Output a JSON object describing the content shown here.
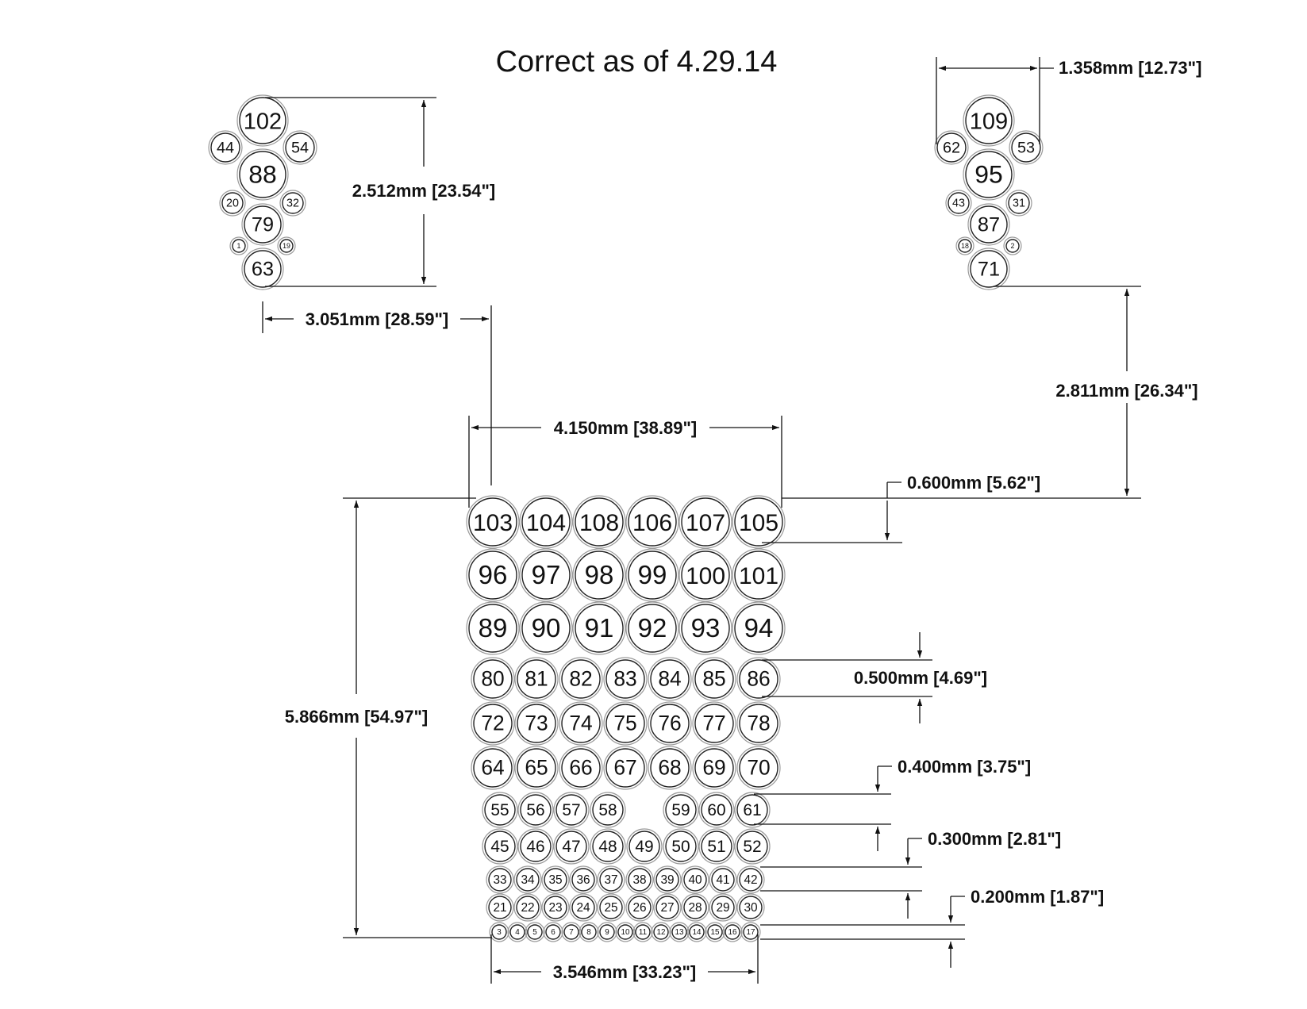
{
  "title": "Correct as of 4.29.14",
  "dimensions": {
    "left_cluster_height": "2.512mm [23.54\"]",
    "left_cluster_offset": "3.051mm [28.59\"]",
    "right_cluster_width": "1.358mm [12.73\"]",
    "right_cluster_offset": "2.811mm [26.34\"]",
    "grid_top_width": "4.150mm [38.89\"]",
    "grid_height": "5.866mm [54.97\"]",
    "grid_bottom_width": "3.546mm [33.23\"]",
    "hole_0600": "0.600mm [5.62\"]",
    "hole_0500": "0.500mm [4.69\"]",
    "hole_0400": "0.400mm [3.75\"]",
    "hole_0300": "0.300mm [2.81\"]",
    "hole_0200": "0.200mm [1.87\"]"
  },
  "left_cluster": {
    "top": "102",
    "upper_left": "44",
    "upper_right": "54",
    "middle": "88",
    "mid_left": "20",
    "mid_right": "32",
    "lower": "79",
    "low_left": "1",
    "low_right": "19",
    "bottom": "63"
  },
  "right_cluster": {
    "top": "109",
    "upper_left": "62",
    "upper_right": "53",
    "middle": "95",
    "mid_left": "43",
    "mid_right": "31",
    "lower": "87",
    "low_left": "18",
    "low_right": "2",
    "bottom": "71"
  },
  "grid_rows": [
    [
      "103",
      "104",
      "108",
      "106",
      "107",
      "105"
    ],
    [
      "96",
      "97",
      "98",
      "99",
      "100",
      "101"
    ],
    [
      "89",
      "90",
      "91",
      "92",
      "93",
      "94"
    ],
    [
      "80",
      "81",
      "82",
      "83",
      "84",
      "85",
      "86"
    ],
    [
      "72",
      "73",
      "74",
      "75",
      "76",
      "77",
      "78"
    ],
    [
      "64",
      "65",
      "66",
      "67",
      "68",
      "69",
      "70"
    ],
    [
      "55",
      "56",
      "57",
      "58",
      "59",
      "60",
      "61"
    ],
    [
      "45",
      "46",
      "47",
      "48",
      "49",
      "50",
      "51",
      "52"
    ],
    [
      "33",
      "34",
      "35",
      "36",
      "37",
      "38",
      "39",
      "40",
      "41",
      "42"
    ],
    [
      "21",
      "22",
      "23",
      "24",
      "25",
      "26",
      "27",
      "28",
      "29",
      "30"
    ],
    [
      "3",
      "4",
      "5",
      "6",
      "7",
      "8",
      "9",
      "10",
      "11",
      "12",
      "13",
      "14",
      "15",
      "16",
      "17"
    ]
  ]
}
